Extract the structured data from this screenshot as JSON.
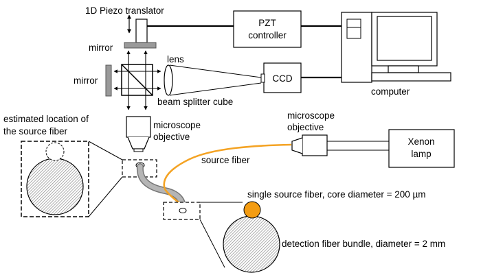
{
  "labels": {
    "piezo": "1D Piezo translator",
    "pzt_line1": "PZT",
    "pzt_line2": "controller",
    "mirror_top": "mirror",
    "mirror_left": "mirror",
    "lens": "lens",
    "ccd": "CCD",
    "computer": "computer",
    "beam_splitter": "beam splitter cube",
    "est_line1": "estimated location of",
    "est_line2": "the source fiber",
    "micro_obj_left_line1": "microscope",
    "micro_obj_left_line2": "objective",
    "micro_obj_right_line1": "microscope",
    "micro_obj_right_line2": "objective",
    "xenon_line1": "Xenon",
    "xenon_line2": "lamp",
    "source_fiber": "source fiber",
    "single_fiber": "single source fiber, core diameter = 200 µm",
    "bundle": "detection fiber bundle, diameter = 2 mm"
  },
  "colors": {
    "fiber": "#f4a324",
    "source_dot": "#f39c12",
    "hatch": "#999999",
    "mirror_fill": "#9a9a9a",
    "tube": "#a8a8a8"
  }
}
